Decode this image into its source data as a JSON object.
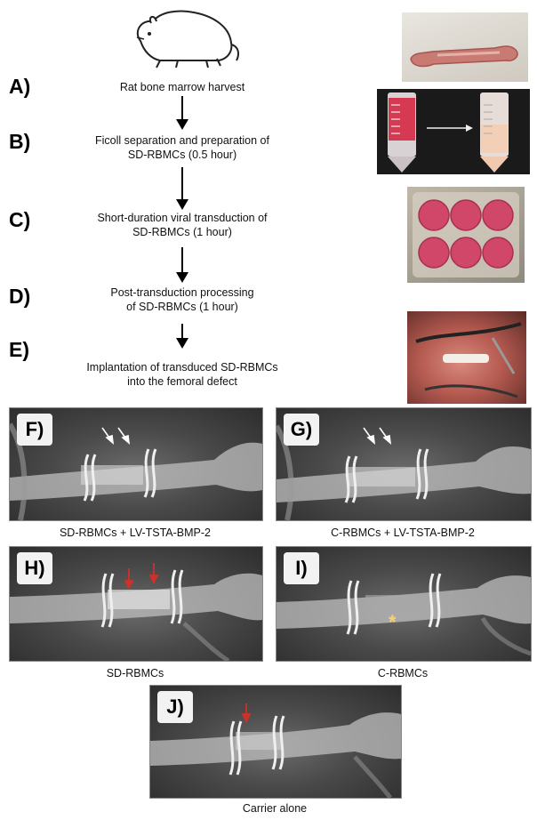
{
  "steps": [
    {
      "letter": "A)",
      "text": "Rat bone marrow harvest"
    },
    {
      "letter": "B)",
      "text": "Ficoll separation and preparation of SD-RBMCs (0.5 hour)"
    },
    {
      "letter": "C)",
      "text": "Short-duration viral transduction of SD-RBMCs (1 hour)"
    },
    {
      "letter": "D)",
      "text": "Post-transduction processing of SD-RBMCs (1 hour)"
    },
    {
      "letter": "E)",
      "text": "Implantation of transduced SD-RBMCs into the femoral defect"
    }
  ],
  "step_lines": {
    "b1": "Ficoll separation and preparation of",
    "b2": "SD-RBMCs (0.5 hour)",
    "c1": "Short-duration viral transduction of",
    "c2": "SD-RBMCs (1 hour)",
    "d1": "Post-transduction processing",
    "d2": "of SD-RBMCs (1 hour)",
    "e1": "Implantation of transduced SD-RBMCs",
    "e2": "into the femoral defect"
  },
  "panels": [
    {
      "letter": "F)",
      "caption": "SD-RBMCs + LV-TSTA-BMP-2"
    },
    {
      "letter": "G)",
      "caption": "C-RBMCs + LV-TSTA-BMP-2"
    },
    {
      "letter": "H)",
      "caption": "SD-RBMCs"
    },
    {
      "letter": "I)",
      "caption": "C-RBMCs"
    },
    {
      "letter": "J)",
      "caption": "Carrier alone"
    }
  ],
  "colors": {
    "arrow_white": "#ffffff",
    "arrow_red": "#d0302a",
    "asterisk": "#f3d17a",
    "tissue": "#c86a62",
    "well_pink": "#d0476a"
  }
}
